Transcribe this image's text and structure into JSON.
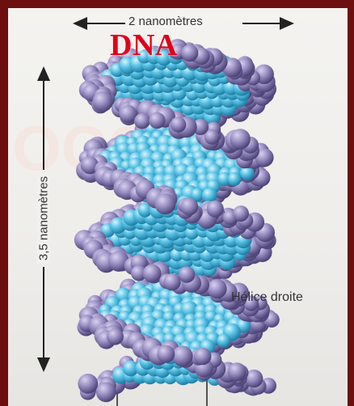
{
  "figure": {
    "title": "DNA",
    "width_label": "2 nanomètres",
    "height_label": "3,5 nanomètres",
    "helix_label": "Hélice droite"
  },
  "colors": {
    "frame": "#6e0f0f",
    "backbone": "#8b80b6",
    "base_pairs": "#5fc6e8",
    "title": "#e0001a"
  }
}
